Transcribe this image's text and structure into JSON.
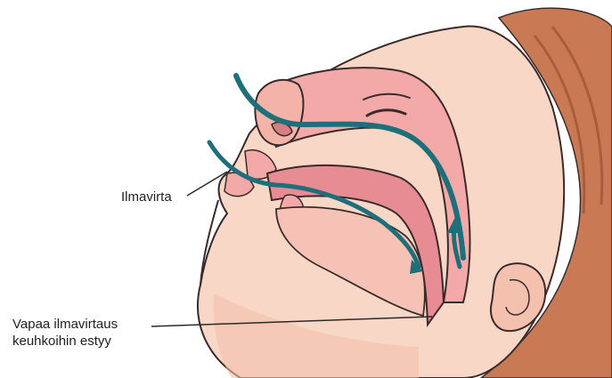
{
  "labels": {
    "airflow": "Ilmavirta",
    "blocked_line1": "Vapaa ilmavirtaus",
    "blocked_line2": "keuhkoihin estyy"
  },
  "colors": {
    "skin": "#f9d7c6",
    "skin_shadow": "#f2bfaa",
    "airway_pink": "#f4a9a9",
    "airway_dark": "#e68c92",
    "outline": "#3a2a2a",
    "hair": "#c97a55",
    "hair_dark": "#a95d3c",
    "airflow_arrow": "#1f6f7a",
    "label_text": "#222222",
    "leader_line": "#2a2a2a"
  },
  "icons": {
    "airflow": "airflow-arrow",
    "closed_eye": "closed-eye"
  }
}
